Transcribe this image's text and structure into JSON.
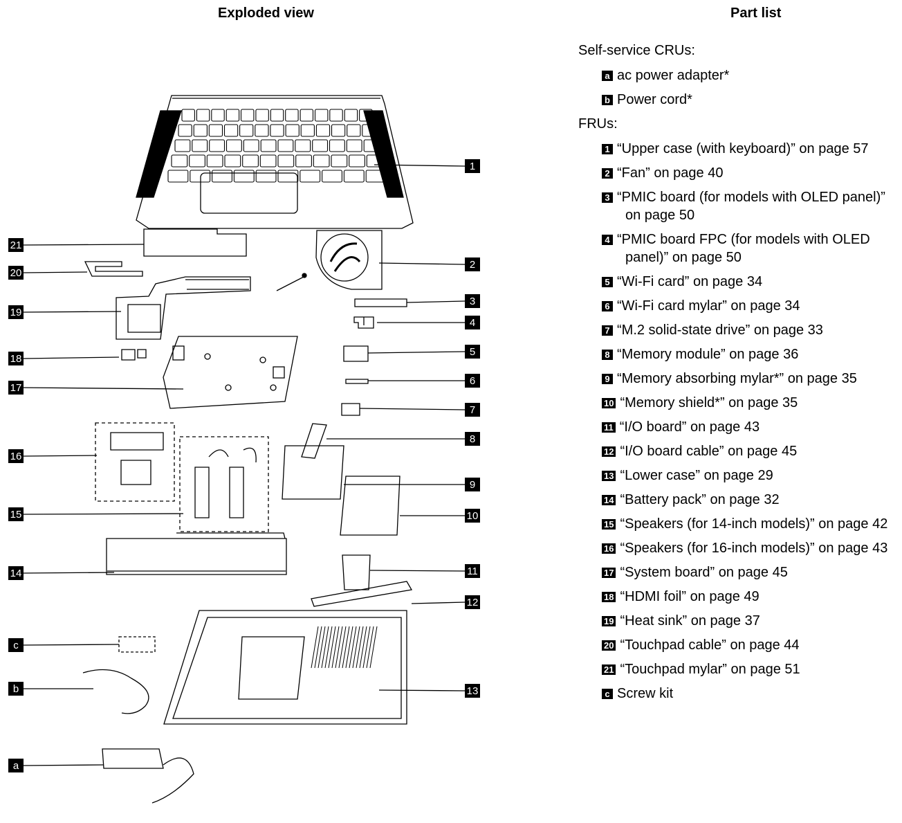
{
  "titles": {
    "left": "Exploded view",
    "right": "Part list"
  },
  "callouts": [
    "1",
    "2",
    "3",
    "4",
    "5",
    "6",
    "7",
    "8",
    "9",
    "10",
    "11",
    "12",
    "13",
    "14",
    "15",
    "16",
    "17",
    "18",
    "19",
    "20",
    "21",
    "a",
    "b",
    "c"
  ],
  "part_list": {
    "self_service_heading": "Self-service CRUs:",
    "self_service": [
      {
        "badge": "a",
        "text": "ac power adapter*"
      },
      {
        "badge": "b",
        "text": "Power cord*"
      }
    ],
    "fru_heading": "FRUs:",
    "frus": [
      {
        "badge": "1",
        "text": "“Upper case (with keyboard)” on page 57"
      },
      {
        "badge": "2",
        "text": "“Fan” on page 40"
      },
      {
        "badge": "3",
        "text": "“PMIC board (for models with OLED panel)” on page 50"
      },
      {
        "badge": "4",
        "text": "“PMIC board FPC (for models with OLED panel)” on page 50"
      },
      {
        "badge": "5",
        "text": "“Wi-Fi card” on page 34"
      },
      {
        "badge": "6",
        "text": "“Wi-Fi card mylar” on page 34"
      },
      {
        "badge": "7",
        "text": "“M.2 solid-state drive” on page 33"
      },
      {
        "badge": "8",
        "text": "“Memory module” on page 36"
      },
      {
        "badge": "9",
        "text": "“Memory absorbing mylar*” on page 35"
      },
      {
        "badge": "10",
        "text": "“Memory shield*” on page 35"
      },
      {
        "badge": "11",
        "text": "“I/O board” on page 43"
      },
      {
        "badge": "12",
        "text": "“I/O board cable” on page 45"
      },
      {
        "badge": "13",
        "text": "“Lower case” on page 29"
      },
      {
        "badge": "14",
        "text": "“Battery pack” on page 32"
      },
      {
        "badge": "15",
        "text": "“Speakers (for 14-inch models)” on page 42"
      },
      {
        "badge": "16",
        "text": "“Speakers (for 16-inch models)” on page 43"
      },
      {
        "badge": "17",
        "text": "“System board” on page 45"
      },
      {
        "badge": "18",
        "text": "“HDMI foil” on page 49"
      },
      {
        "badge": "19",
        "text": "“Heat sink” on page 37"
      },
      {
        "badge": "20",
        "text": "“Touchpad cable” on page 44"
      },
      {
        "badge": "21",
        "text": "“Touchpad mylar” on page 51"
      },
      {
        "badge": "c",
        "text": "Screw kit"
      }
    ]
  }
}
